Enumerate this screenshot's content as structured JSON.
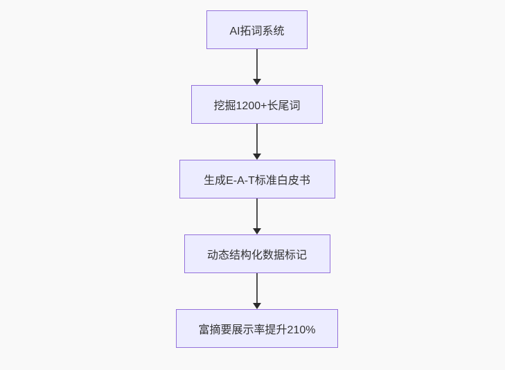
{
  "page": {
    "background_color": "#f9f9f9"
  },
  "flowchart": {
    "type": "flowchart-top-down",
    "theme": {
      "node_fill": "#ECECFF",
      "node_border": "#9370DB",
      "text_color": "#333333",
      "edge_color": "#333333"
    },
    "nodes": [
      {
        "label": "AI拓词系统"
      },
      {
        "label": "挖掘1200+长尾词"
      },
      {
        "label": "生成E-A-T标准白皮书"
      },
      {
        "label": "动态结构化数据标记"
      },
      {
        "label": "富摘要展示率提升210%"
      }
    ],
    "edges": [
      {
        "from": "AI拓词系统",
        "to": "挖掘1200+长尾词",
        "style": "arrow-down"
      },
      {
        "from": "挖掘1200+长尾词",
        "to": "生成E-A-T标准白皮书",
        "style": "arrow-down"
      },
      {
        "from": "生成E-A-T标准白皮书",
        "to": "动态结构化数据标记",
        "style": "arrow-down"
      },
      {
        "from": "动态结构化数据标记",
        "to": "富摘要展示率提升210%",
        "style": "arrow-down"
      }
    ]
  }
}
